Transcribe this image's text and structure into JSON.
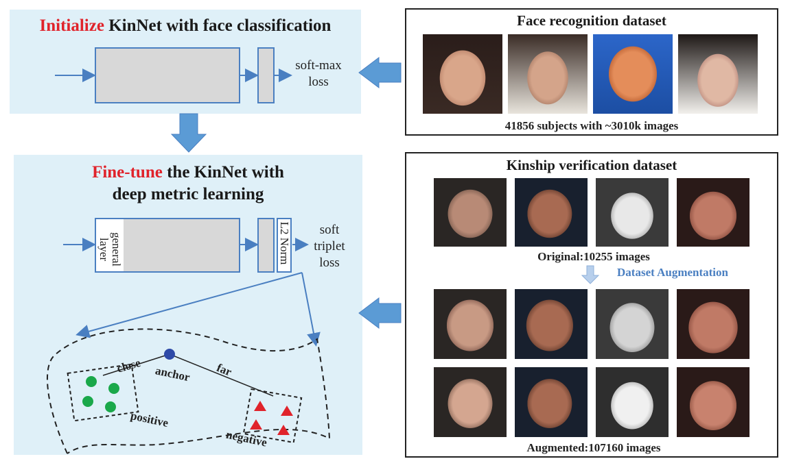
{
  "top_panel": {
    "title_highlight": "Initialize",
    "title_rest": " KinNet with face classification",
    "loss_line1": "soft-max",
    "loss_line2": "loss"
  },
  "bottom_panel": {
    "title_highlight": "Fine-tune",
    "title_rest1": " the KinNet with",
    "title_rest2": "deep metric learning",
    "general_layer": "general layer",
    "l2_norm": "L2 Norm",
    "loss_line1": "soft",
    "loss_line2": "triplet",
    "loss_line3": "loss"
  },
  "metric_space": {
    "close": "close",
    "anchor": "anchor",
    "far": "far",
    "positive": "positive",
    "negative": "negative"
  },
  "face_dataset": {
    "title": "Face recognition dataset",
    "caption": "41856 subjects with ~3010k images"
  },
  "kinship_dataset": {
    "title": "Kinship verification dataset",
    "original": "Original:10255 images",
    "augmentation": "Dataset Augmentation",
    "augmented": "Augmented:107160 images"
  },
  "colors": {
    "highlight_red": "#e0232b",
    "panel_blue": "#dff0f8",
    "arrow_blue": "#5b9bd5",
    "augment_text": "#4a7fc1",
    "positive_green": "#1aa84a",
    "negative_red": "#e0232b",
    "anchor_blue": "#2e4aa8"
  }
}
